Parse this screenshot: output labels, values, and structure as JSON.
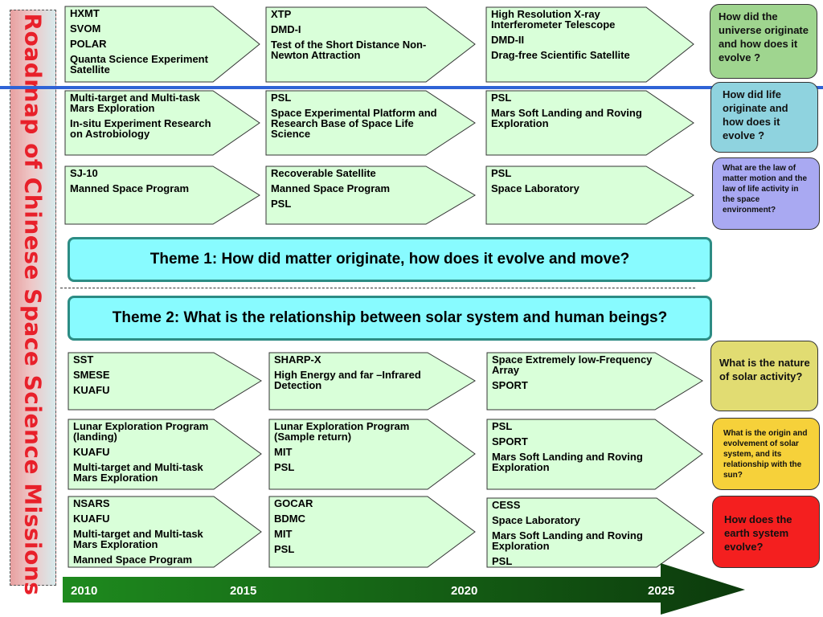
{
  "sidebar_title": "Roadmap of Chinese Space Science Missions",
  "rows": [
    {
      "cells": [
        [
          "HXMT",
          "SVOM",
          "POLAR",
          "Quanta Science Experiment Satellite"
        ],
        [
          "XTP",
          "DMD-I",
          "Test of the Short Distance Non-Newton Attraction"
        ],
        [
          "High Resolution X-ray Interferometer Telescope",
          "DMD-II",
          "Drag-free Scientific Satellite"
        ]
      ]
    },
    {
      "cells": [
        [
          "Multi-target and Multi-task Mars Exploration",
          "In-situ Experiment Research on Astrobiology"
        ],
        [
          "PSL",
          "Space Experimental Platform and Research Base of Space Life Science"
        ],
        [
          "PSL",
          "Mars Soft Landing and Roving Exploration"
        ]
      ]
    },
    {
      "cells": [
        [
          "SJ-10",
          "Manned Space Program"
        ],
        [
          "Recoverable Satellite",
          "Manned Space Program",
          "PSL"
        ],
        [
          "PSL",
          "Space Laboratory"
        ]
      ]
    },
    {
      "cells": [
        [
          "SST",
          "SMESE",
          "KUAFU"
        ],
        [
          "SHARP-X",
          "High Energy and far –Infrared Detection"
        ],
        [
          "Space Extremely low-Frequency Array",
          "SPORT"
        ]
      ]
    },
    {
      "cells": [
        [
          "Lunar Exploration Program (landing)",
          "KUAFU",
          "Multi-target and Multi-task Mars Exploration"
        ],
        [
          "Lunar Exploration Program (Sample return)",
          "MIT",
          "PSL"
        ],
        [
          "PSL",
          "SPORT",
          "Mars Soft Landing and Roving Exploration"
        ]
      ]
    },
    {
      "cells": [
        [
          "NSARS",
          "KUAFU",
          "Multi-target and Multi-task Mars Exploration",
          "Manned Space Program"
        ],
        [
          "GOCAR",
          "BDMC",
          "MIT",
          "PSL"
        ],
        [
          "CESS",
          "Space Laboratory",
          "Mars Soft Landing and Roving Exploration",
          "PSL"
        ]
      ]
    }
  ],
  "questions": [
    {
      "text": "How did the universe originate and how does it evolve ?",
      "color": "#9fd58f"
    },
    {
      "text": "How did life originate and how does it evolve ?",
      "color": "#8fd3df"
    },
    {
      "text": "What are the law of matter motion and the law of life activity in the space environment?",
      "color": "#a9a9f2"
    },
    {
      "text": "What is the nature of solar activity?",
      "color": "#e1dc72"
    },
    {
      "text": "What is the origin and evolvement of solar system, and its relationship with the sun?",
      "color": "#f6d13a"
    },
    {
      "text": "How does the earth system evolve?",
      "color": "#f41f1f"
    }
  ],
  "themes": {
    "theme1": "Theme 1: How did matter originate,  how does it evolve and move?",
    "theme2": "Theme 2: What is the relationship between solar system  and human beings?"
  },
  "timeline": {
    "years": [
      "2010",
      "2015",
      "2020",
      "2025"
    ],
    "colors": {
      "start": "#1e8a1e",
      "end": "#0c3a0c"
    }
  },
  "colors": {
    "box_fill": "#d9ffd9",
    "box_stroke": "#333333",
    "sidebar_text": "#e8202a",
    "theme_fill": "#88fbff"
  }
}
